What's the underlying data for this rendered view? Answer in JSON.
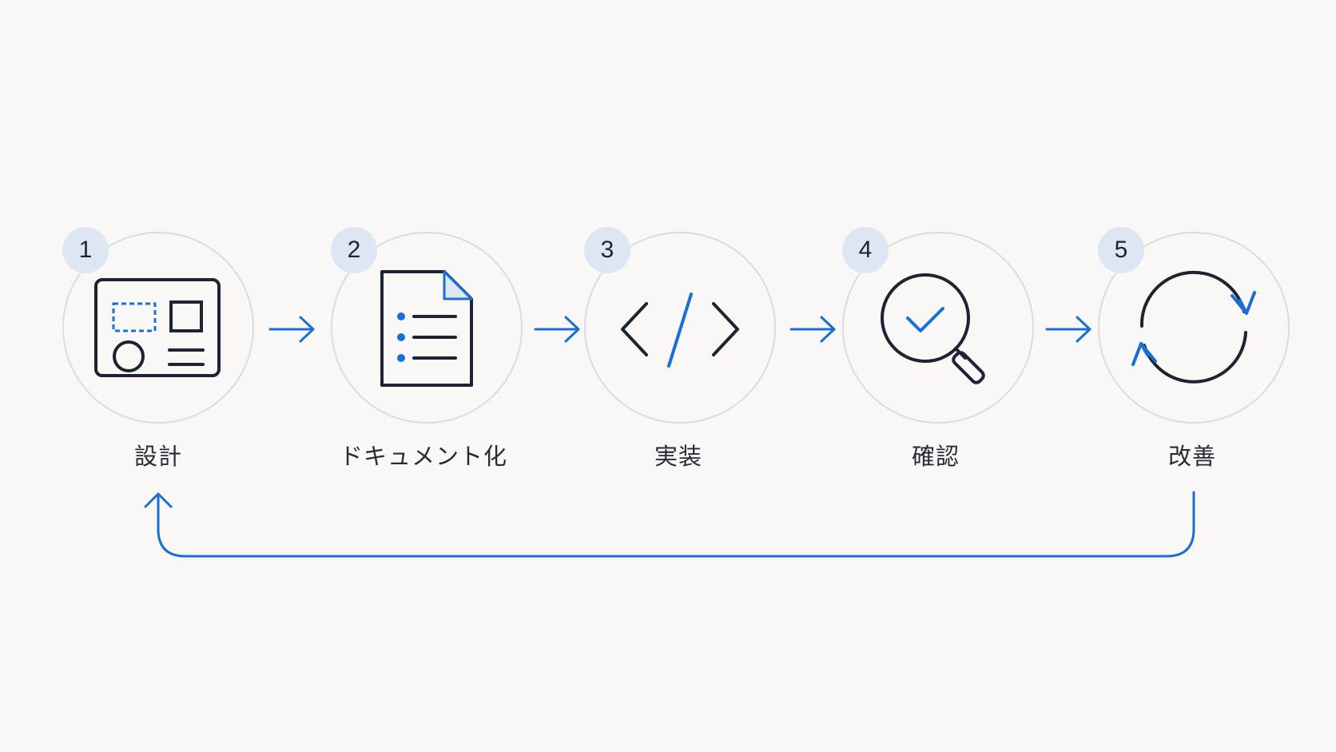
{
  "steps": [
    {
      "number": "1",
      "label": "設計",
      "icon": "wireframe-icon"
    },
    {
      "number": "2",
      "label": "ドキュメント化",
      "icon": "document-icon"
    },
    {
      "number": "3",
      "label": "実装",
      "icon": "code-icon"
    },
    {
      "number": "4",
      "label": "確認",
      "icon": "magnifier-check-icon"
    },
    {
      "number": "5",
      "label": "改善",
      "icon": "refresh-icon"
    }
  ],
  "colors": {
    "background": "#f9f8f6",
    "accent": "#1a6fd6",
    "ink": "#1d2330",
    "circle_border": "#dcdcdc",
    "badge": "#dde6f3"
  }
}
